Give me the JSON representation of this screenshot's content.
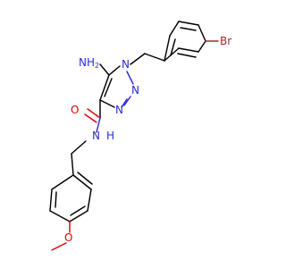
{
  "molecule": {
    "atom_labels": {
      "amino": "NH",
      "amino_sub": "2",
      "n1": "N",
      "n2": "N",
      "n3": "N",
      "amide_n": "N",
      "amide_h": "H",
      "carbonyl_o": "O",
      "ether_o": "O",
      "bromine": "Br"
    },
    "colors": {
      "nitrogen": "#2a2ad6",
      "oxygen": "#e00000",
      "bromine": "#a52a2a",
      "carbon": "#000000"
    }
  }
}
